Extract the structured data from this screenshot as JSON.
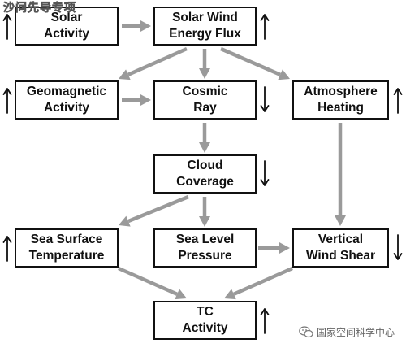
{
  "arrow_color": "#9a9a9a",
  "border_color": "#111111",
  "watermark_top": "沙问先导专项",
  "watermark_bottom": "国家空间科学中心",
  "watermark_icon": "wechat-bubble-icon",
  "nodes": {
    "solar_activity": {
      "label": "Solar\nActivity",
      "trend": "up"
    },
    "solar_wind": {
      "label": "Solar Wind\nEnergy Flux",
      "trend": "up"
    },
    "geomagnetic": {
      "label": "Geomagnetic\nActivity",
      "trend": "up"
    },
    "cosmic_ray": {
      "label": "Cosmic\nRay",
      "trend": "down"
    },
    "atmosphere": {
      "label": "Atmosphere\nHeating",
      "trend": "up"
    },
    "cloud": {
      "label": "Cloud\nCoverage",
      "trend": "down"
    },
    "sst": {
      "label": "Sea Surface\nTemperature",
      "trend": "up"
    },
    "slp": {
      "label": "Sea Level\nPressure",
      "trend": ""
    },
    "shear": {
      "label": "Vertical\nWind Shear",
      "trend": "down"
    },
    "tc": {
      "label": "TC\nActivity",
      "trend": "up"
    }
  }
}
